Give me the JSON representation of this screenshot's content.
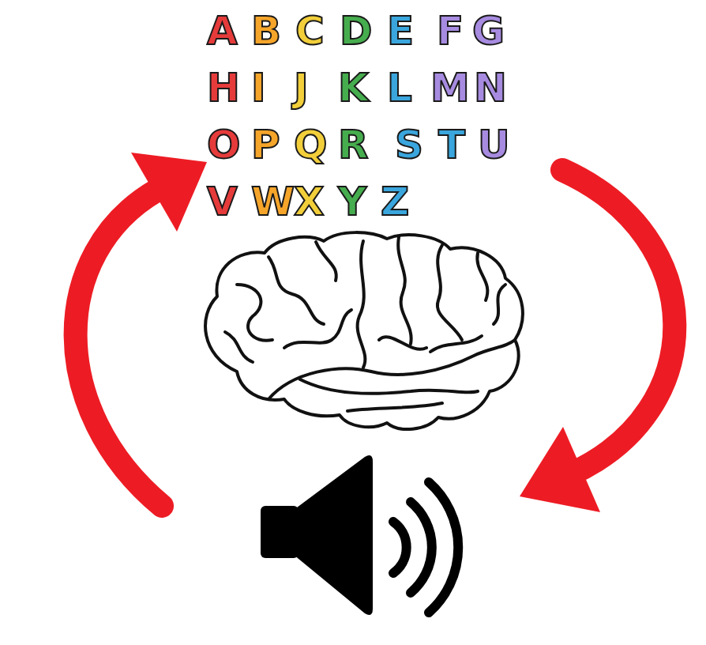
{
  "diagram": {
    "labels": [
      "A",
      "B",
      "C",
      "D",
      "E",
      "F",
      "G",
      "H",
      "I",
      "J",
      "K",
      "L",
      "M",
      "N",
      "O",
      "P",
      "Q",
      "R",
      "S",
      "T",
      "U",
      "V",
      "W",
      "X",
      "Y",
      "Z"
    ]
  }
}
